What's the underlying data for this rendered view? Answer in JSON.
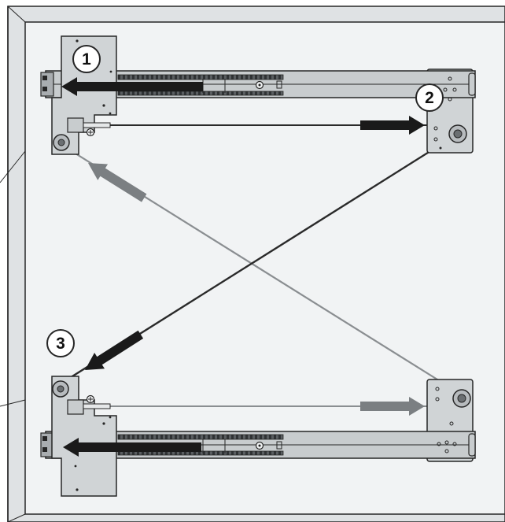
{
  "diagram": {
    "callouts": [
      {
        "id": "1",
        "label": "1"
      },
      {
        "id": "2",
        "label": "2"
      },
      {
        "id": "3",
        "label": "3"
      }
    ],
    "colors": {
      "panel": "#f1f3f4",
      "frame": "#dfe2e4",
      "outline": "#262626",
      "plate": "#d0d4d6",
      "rail": "#c8ccce",
      "dark_arrow": "#1a1a1a",
      "grey_arrow": "#7b7f82",
      "dark_cable": "#2a2a2a",
      "grey_cable": "#8a8e91"
    }
  }
}
